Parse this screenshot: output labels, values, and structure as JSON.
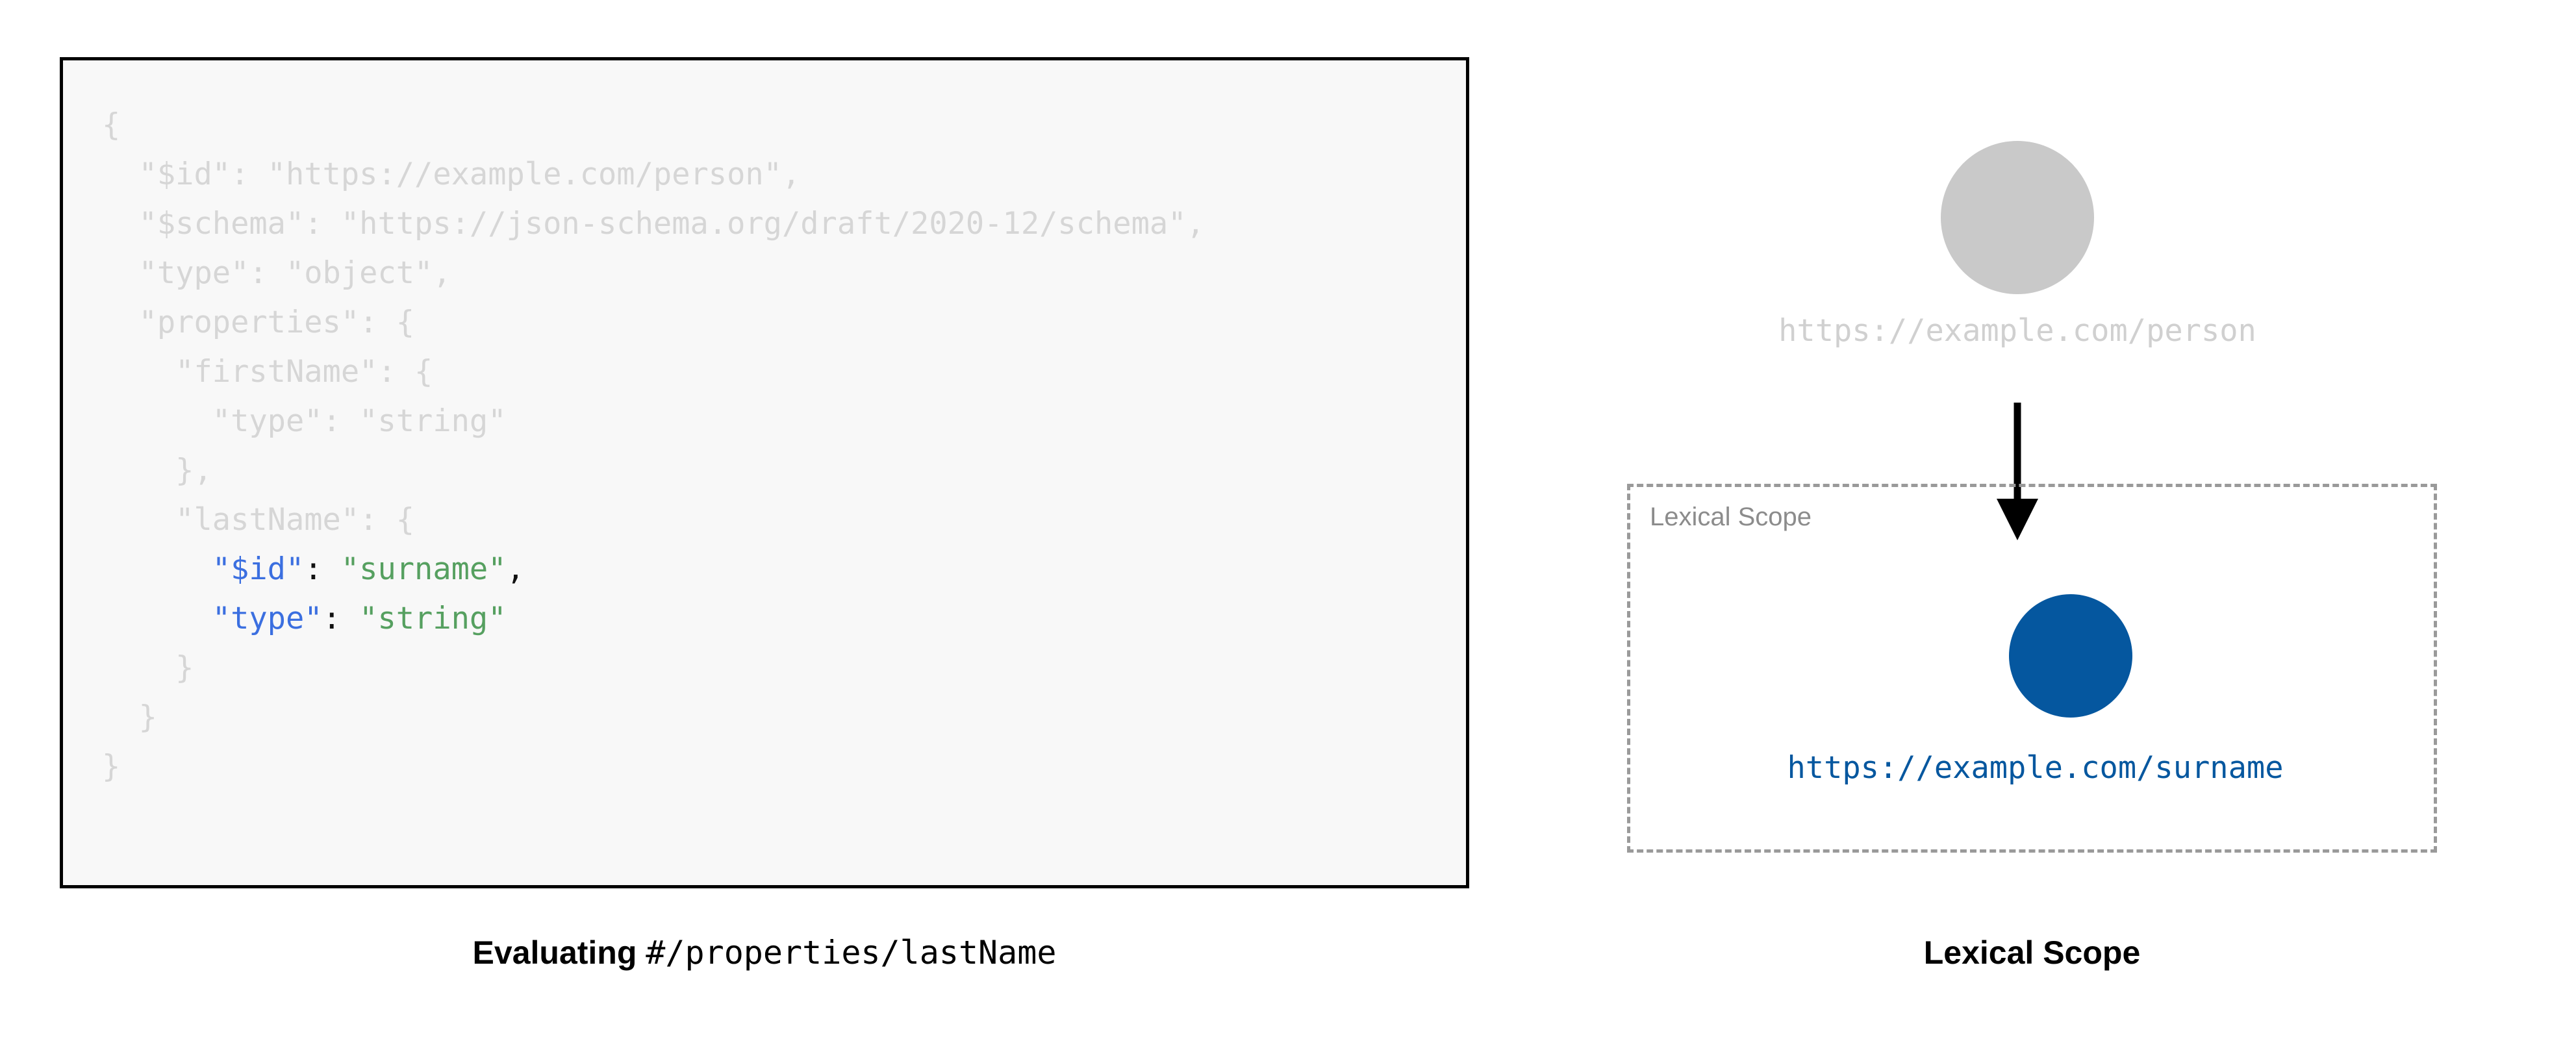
{
  "code_panel": {
    "lines": [
      [
        {
          "t": "{",
          "c": "dim"
        }
      ],
      [
        {
          "t": "  \"$id\": \"https://example.com/person\",",
          "c": "dim"
        }
      ],
      [
        {
          "t": "  \"$schema\": \"https://json-schema.org/draft/2020-12/schema\",",
          "c": "dim"
        }
      ],
      [
        {
          "t": "  \"type\": \"object\",",
          "c": "dim"
        }
      ],
      [
        {
          "t": "  \"properties\": {",
          "c": "dim"
        }
      ],
      [
        {
          "t": "    \"firstName\": {",
          "c": "dim"
        }
      ],
      [
        {
          "t": "      \"type\": \"string\"",
          "c": "dim"
        }
      ],
      [
        {
          "t": "    },",
          "c": "dim"
        }
      ],
      [
        {
          "t": "    \"lastName\": {",
          "c": "dim"
        }
      ],
      [
        {
          "t": "      ",
          "c": "dim"
        },
        {
          "t": "\"$id\"",
          "c": "key"
        },
        {
          "t": ": ",
          "c": "pun"
        },
        {
          "t": "\"surname\"",
          "c": "str"
        },
        {
          "t": ",",
          "c": "pun"
        }
      ],
      [
        {
          "t": "      ",
          "c": "dim"
        },
        {
          "t": "\"type\"",
          "c": "key"
        },
        {
          "t": ": ",
          "c": "pun"
        },
        {
          "t": "\"string\"",
          "c": "str"
        }
      ],
      [
        {
          "t": "    }",
          "c": "dim"
        }
      ],
      [
        {
          "t": "  }",
          "c": "dim"
        }
      ],
      [
        {
          "t": "}",
          "c": "dim"
        }
      ]
    ]
  },
  "captions": {
    "left_bold": "Evaluating",
    "left_mono": "#/properties/lastName",
    "right": "Lexical Scope"
  },
  "diagram": {
    "root_label": "https://example.com/person",
    "scope_title": "Lexical Scope",
    "scope_label": "https://example.com/surname",
    "colors": {
      "root_node": "#C9C9C9",
      "scope_node": "#05579F",
      "scope_border": "#9A9A9A",
      "arrow": "#000000"
    }
  }
}
